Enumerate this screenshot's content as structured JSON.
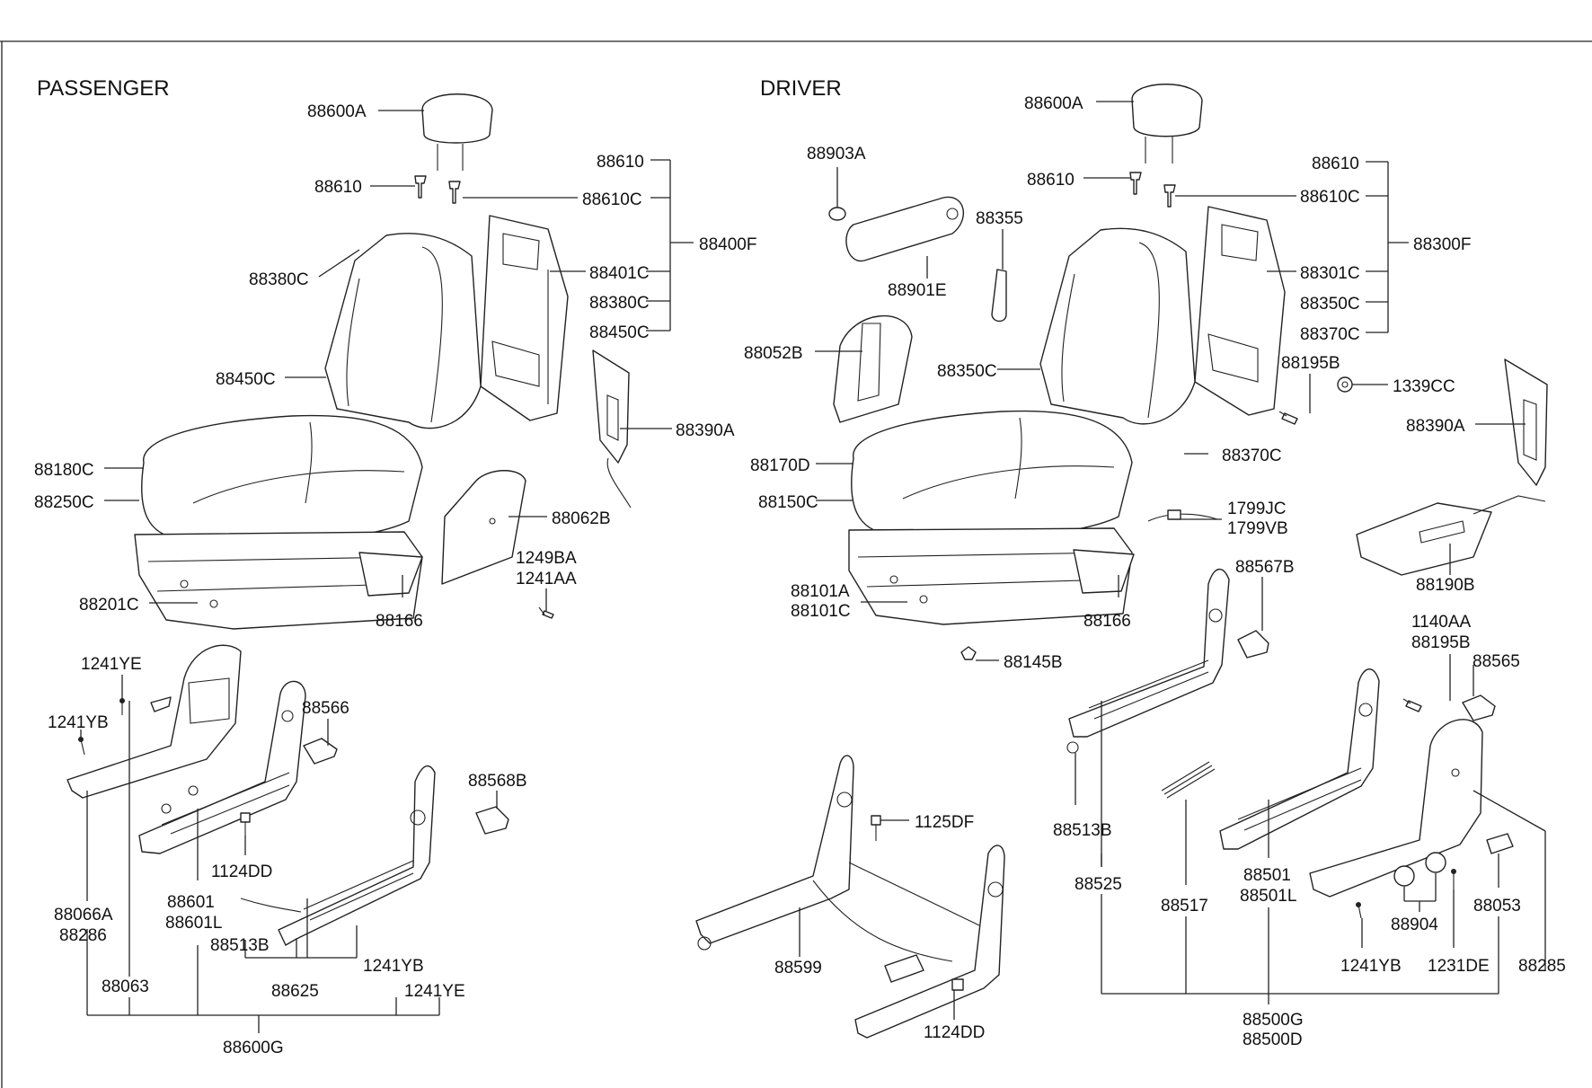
{
  "sections": {
    "passenger": "PASSENGER",
    "driver": "DRIVER"
  },
  "labels": {
    "p_88600A": "88600A",
    "p_88610a": "88610",
    "p_88610C": "88610C",
    "p_88610b": "88610",
    "p_88400F": "88400F",
    "p_88401C": "88401C",
    "p_88380C_r": "88380C",
    "p_88450C_r": "88450C",
    "p_88380C_l": "88380C",
    "p_88450C_l": "88450C",
    "p_88390A": "88390A",
    "p_88180C": "88180C",
    "p_88250C": "88250C",
    "p_88062B": "88062B",
    "p_1249BA": "1249BA",
    "p_1241AA": "1241AA",
    "p_88201C": "88201C",
    "p_88166": "88166",
    "p_1241YE_a": "1241YE",
    "p_1241YB_a": "1241YB",
    "p_88566": "88566",
    "p_88568B": "88568B",
    "p_1124DD": "1124DD",
    "p_88066A": "88066A",
    "p_88286": "88286",
    "p_88601": "88601",
    "p_88601L": "88601L",
    "p_88513B": "88513B",
    "p_1241YB_b": "1241YB",
    "p_88063": "88063",
    "p_88625": "88625",
    "p_1241YE_b": "1241YE",
    "p_88600G": "88600G",
    "d_88600A": "88600A",
    "d_88903A": "88903A",
    "d_88610a": "88610",
    "d_88610C": "88610C",
    "d_88610b": "88610",
    "d_88300F": "88300F",
    "d_88355": "88355",
    "d_88901E": "88901E",
    "d_88301C": "88301C",
    "d_88350C_r": "88350C",
    "d_88370C_r": "88370C",
    "d_88052B": "88052B",
    "d_88350C_l": "88350C",
    "d_88195B_a": "88195B",
    "d_1339CC": "1339CC",
    "d_88390A": "88390A",
    "d_88370C_b": "88370C",
    "d_88170D": "88170D",
    "d_88150C": "88150C",
    "d_1799JC": "1799JC",
    "d_1799VB": "1799VB",
    "d_88567B": "88567B",
    "d_88190B": "88190B",
    "d_88101A": "88101A",
    "d_88101C": "88101C",
    "d_88166": "88166",
    "d_1140AA": "1140AA",
    "d_88195B_b": "88195B",
    "d_88565": "88565",
    "d_88145B": "88145B",
    "d_88513B": "88513B",
    "d_1125DF": "1125DF",
    "d_88525": "88525",
    "d_88517": "88517",
    "d_88501": "88501",
    "d_88501L": "88501L",
    "d_88053": "88053",
    "d_88904": "88904",
    "d_88599": "88599",
    "d_1241YB": "1241YB",
    "d_1231DE": "1231DE",
    "d_88285": "88285",
    "d_1124DD": "1124DD",
    "d_88500G": "88500G",
    "d_88500D": "88500D"
  }
}
